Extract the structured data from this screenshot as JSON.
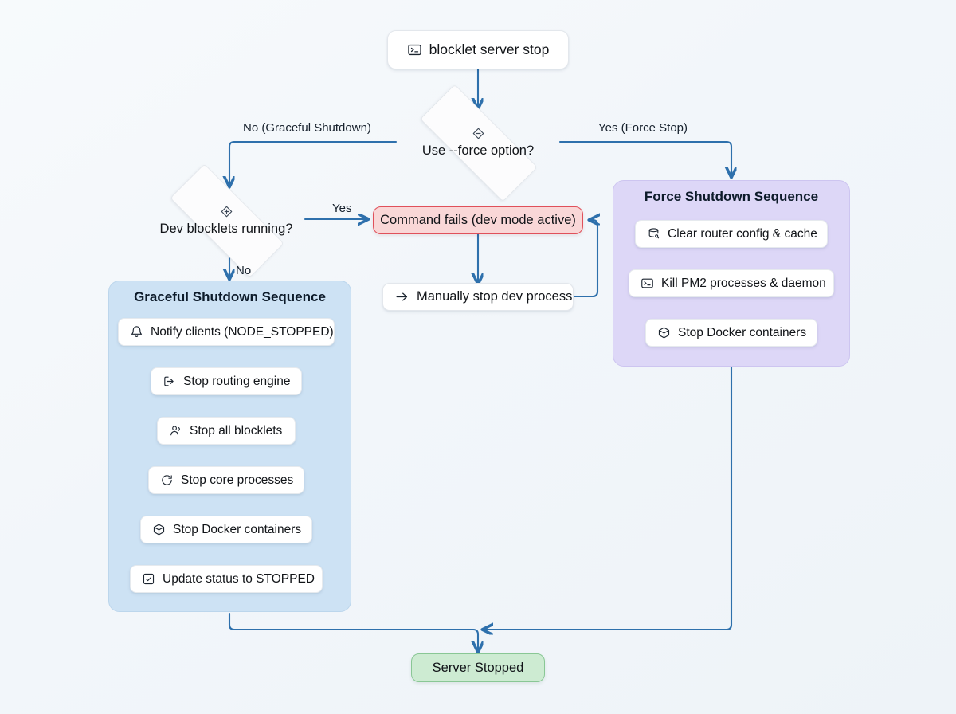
{
  "diagram": {
    "title": "blocklet server stop flow",
    "type": "flowchart",
    "background": "#f3f7fb",
    "edge_color": "#2e70ac"
  },
  "nodes": {
    "root": {
      "label": "blocklet server stop",
      "icon": "terminal-icon",
      "shape": "rounded-rect",
      "fill": "#ffffff"
    },
    "decision_force": {
      "label": "Use --force option?",
      "icon": "diamond-icon",
      "shape": "diamond",
      "fill": "#fcfcfd"
    },
    "decision_dev": {
      "label": "Dev blocklets running?",
      "icon": "diamond-plus-icon",
      "shape": "diamond",
      "fill": "#fcfcfd"
    },
    "command_fails": {
      "label": "Command fails (dev mode active)",
      "shape": "rounded-rect",
      "fill": "#f9d7d7",
      "border": "#e0505a"
    },
    "manual_stop": {
      "label": "Manually stop dev process",
      "icon": "arrow-right-icon",
      "shape": "rounded-rect",
      "fill": "#ffffff"
    },
    "server_stopped": {
      "label": "Server Stopped",
      "shape": "rounded-rect",
      "fill": "#cdebd2",
      "border": "#89c795"
    }
  },
  "groups": {
    "graceful": {
      "title": "Graceful Shutdown Sequence",
      "fill": "#cde2f4",
      "steps": [
        {
          "label": "Notify clients (NODE_STOPPED)",
          "icon": "bell-icon"
        },
        {
          "label": "Stop routing engine",
          "icon": "log-in-icon"
        },
        {
          "label": "Stop all blocklets",
          "icon": "users-icon"
        },
        {
          "label": "Stop core processes",
          "icon": "refresh-icon"
        },
        {
          "label": "Stop Docker containers",
          "icon": "package-icon"
        },
        {
          "label": "Update status to STOPPED",
          "icon": "check-square-icon"
        }
      ]
    },
    "force": {
      "title": "Force Shutdown Sequence",
      "fill": "#ddd7f7",
      "steps": [
        {
          "label": "Clear router config & cache",
          "icon": "database-trash-icon"
        },
        {
          "label": "Kill PM2 processes & daemon",
          "icon": "terminal-icon"
        },
        {
          "label": "Stop Docker containers",
          "icon": "package-icon"
        }
      ]
    }
  },
  "edge_labels": {
    "no_graceful": "No (Graceful Shutdown)",
    "yes_force": "Yes (Force Stop)",
    "dev_yes": "Yes",
    "dev_no": "No"
  }
}
